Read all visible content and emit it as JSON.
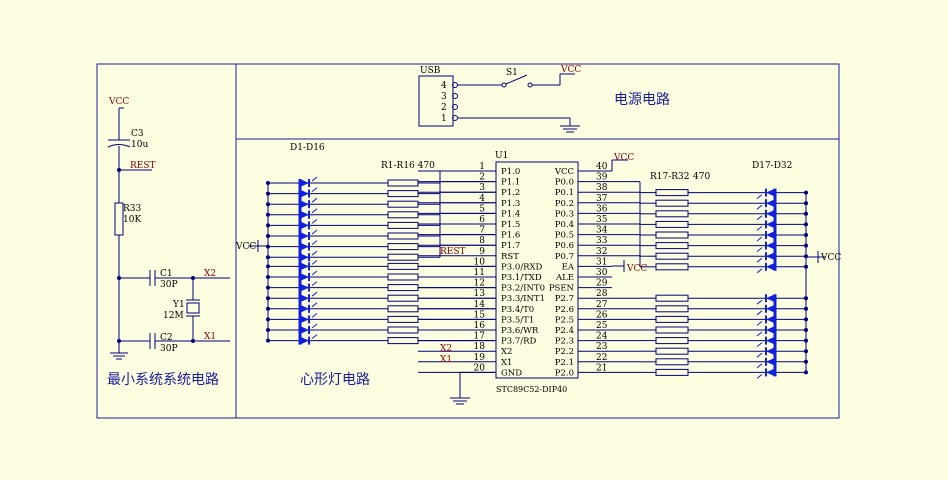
{
  "sections": {
    "min_system": "最小系统系统电路",
    "power": "电源电路",
    "heart": "心形灯电路"
  },
  "labels": {
    "vcc": "VCC",
    "rest": "REST",
    "c3_name": "C3",
    "c3_value": "10u",
    "r33_name": "R33",
    "r33_value": "10K",
    "c1_name": "C1",
    "c1_value": "30P",
    "c2_name": "C2",
    "c2_value": "30P",
    "y1_name": "Y1",
    "y1_value": "12M",
    "x1": "X1",
    "x2": "X2",
    "usb": "USB",
    "s1": "S1",
    "usb_pins": [
      "4",
      "3",
      "2",
      "1"
    ],
    "led_left": "D1-D16",
    "led_right": "D17-D32",
    "res_left": "R1-R16 470",
    "res_right": "R17-R32",
    "res_right_value": "470",
    "chip_name": "U1",
    "chip_part": "STC89C52-DIP40"
  },
  "chip": {
    "left_pins": [
      {
        "num": "1",
        "name": "P1.0"
      },
      {
        "num": "2",
        "name": "P1.1"
      },
      {
        "num": "3",
        "name": "P1.2"
      },
      {
        "num": "4",
        "name": "P1.3"
      },
      {
        "num": "5",
        "name": "P1.4"
      },
      {
        "num": "6",
        "name": "P1.5"
      },
      {
        "num": "7",
        "name": "P1.6"
      },
      {
        "num": "8",
        "name": "P1.7"
      },
      {
        "num": "9",
        "name": "RST"
      },
      {
        "num": "10",
        "name": "P3.0/RXD"
      },
      {
        "num": "11",
        "name": "P3.1/TXD"
      },
      {
        "num": "12",
        "name": "P3.2/INT0"
      },
      {
        "num": "13",
        "name": "P3.3/INT1"
      },
      {
        "num": "14",
        "name": "P3.4/T0"
      },
      {
        "num": "15",
        "name": "P3.5/T1"
      },
      {
        "num": "16",
        "name": "P3.6/WR"
      },
      {
        "num": "17",
        "name": "P3.7/RD"
      },
      {
        "num": "18",
        "name": "X2"
      },
      {
        "num": "19",
        "name": "X1"
      },
      {
        "num": "20",
        "name": "GND"
      }
    ],
    "right_pins": [
      {
        "num": "40",
        "name": "VCC"
      },
      {
        "num": "39",
        "name": "P0.0"
      },
      {
        "num": "38",
        "name": "P0.1"
      },
      {
        "num": "37",
        "name": "P0.2"
      },
      {
        "num": "36",
        "name": "P0.3"
      },
      {
        "num": "35",
        "name": "P0.4"
      },
      {
        "num": "34",
        "name": "P0.5"
      },
      {
        "num": "33",
        "name": "P0.6"
      },
      {
        "num": "32",
        "name": "P0.7"
      },
      {
        "num": "31",
        "name": "EA"
      },
      {
        "num": "30",
        "name": "ALE"
      },
      {
        "num": "29",
        "name": "PSEN"
      },
      {
        "num": "28",
        "name": "P2.7"
      },
      {
        "num": "27",
        "name": "P2.6"
      },
      {
        "num": "26",
        "name": "P2.5"
      },
      {
        "num": "25",
        "name": "P2.4"
      },
      {
        "num": "24",
        "name": "P2.3"
      },
      {
        "num": "23",
        "name": "P2.2"
      },
      {
        "num": "22",
        "name": "P2.1"
      },
      {
        "num": "21",
        "name": "P2.0"
      }
    ]
  },
  "colors": {
    "background": "#fdfde0",
    "border": "#1a1aa0",
    "wire": "#000080",
    "label_red": "#8b0000",
    "led_blue": "#1020e0",
    "section_text": "#1a1aa0"
  }
}
